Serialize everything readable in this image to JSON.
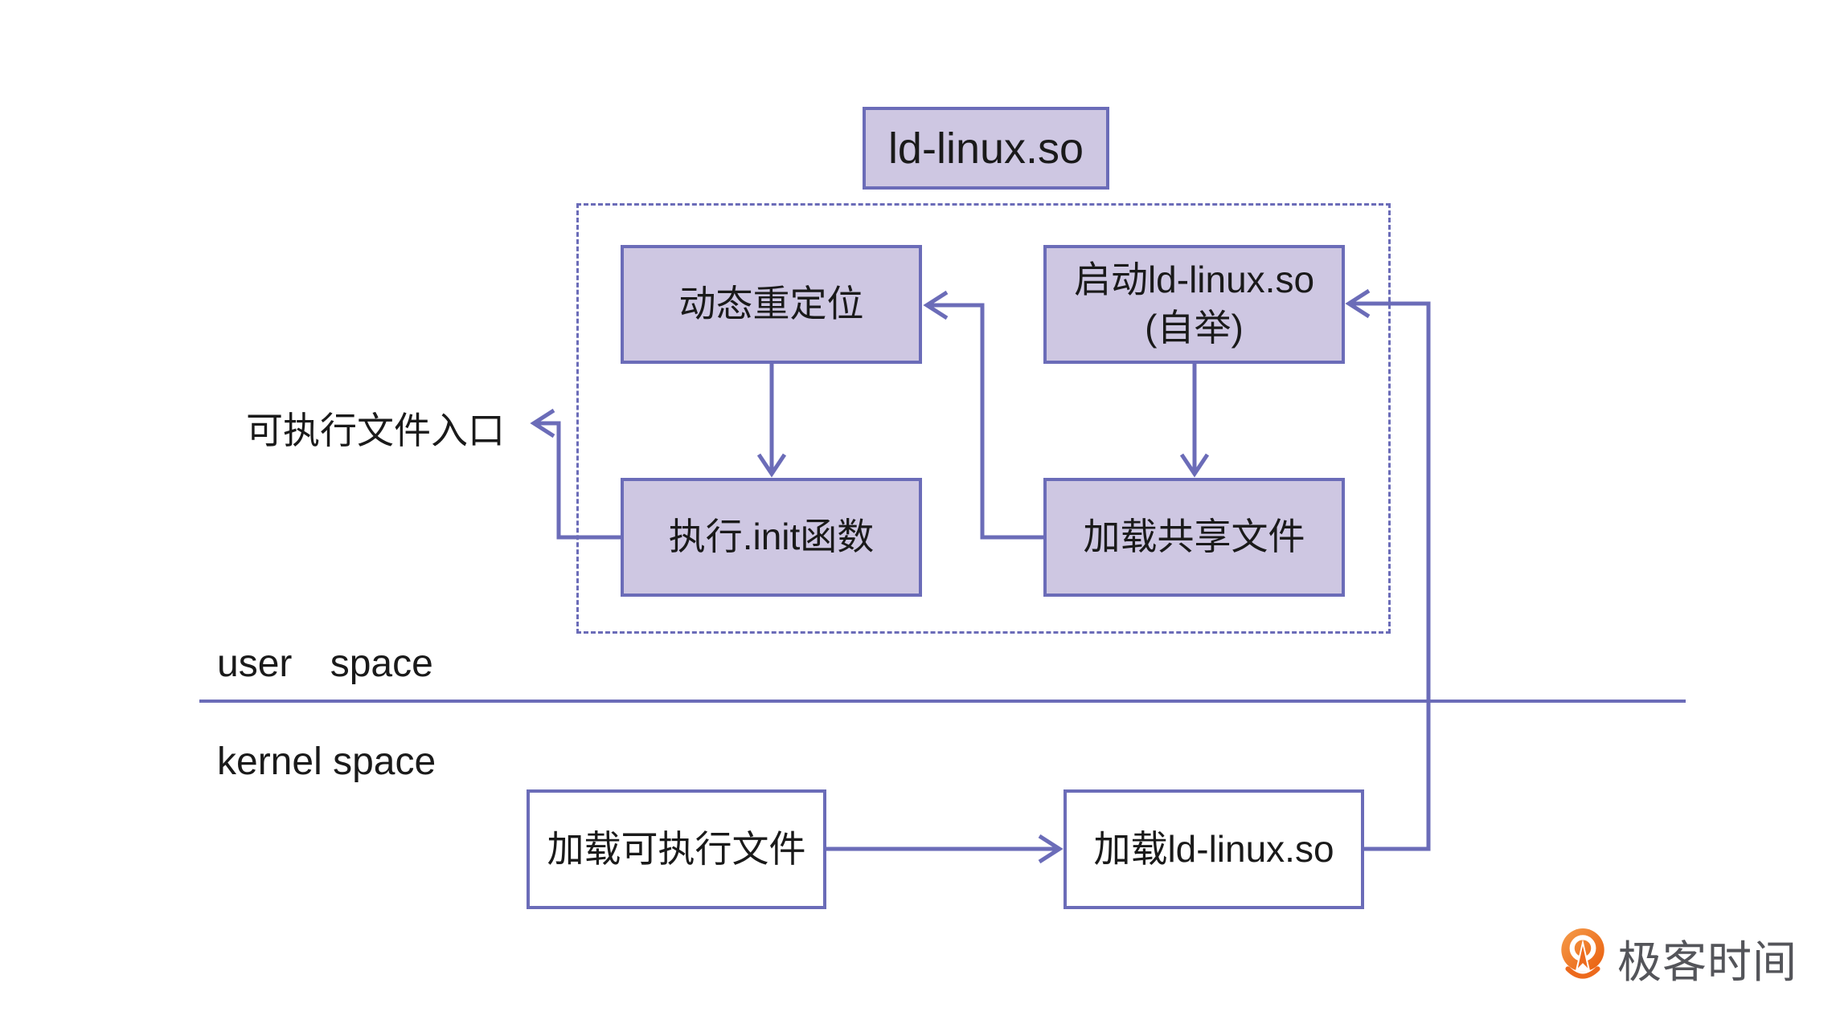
{
  "diagram": {
    "title_box": "ld-linux.so",
    "entry_label": "可执行文件入口",
    "user_space_label": "user space",
    "kernel_space_label": "kernel space",
    "linker_steps": {
      "dynamic_relocation": "动态重定位",
      "bootstrap_line1": "启动ld-linux.so",
      "bootstrap_line2": "(自举)",
      "exec_init": "执行.init函数",
      "load_shared_files": "加载共享文件"
    },
    "kernel_steps": {
      "load_executable": "加载可执行文件",
      "load_ld_linux": "加载ld-linux.so"
    }
  },
  "branding": {
    "logo_text": "极客时间"
  },
  "colors": {
    "line_purple": "#6b6cb8",
    "box_fill_purple": "#cec7e2",
    "text_black": "#1a1a1a",
    "background": "#ffffff",
    "logo_orange": "#ed6a1d",
    "logo_orange_light": "#f59d4c",
    "logo_text_gray": "#54555a"
  }
}
